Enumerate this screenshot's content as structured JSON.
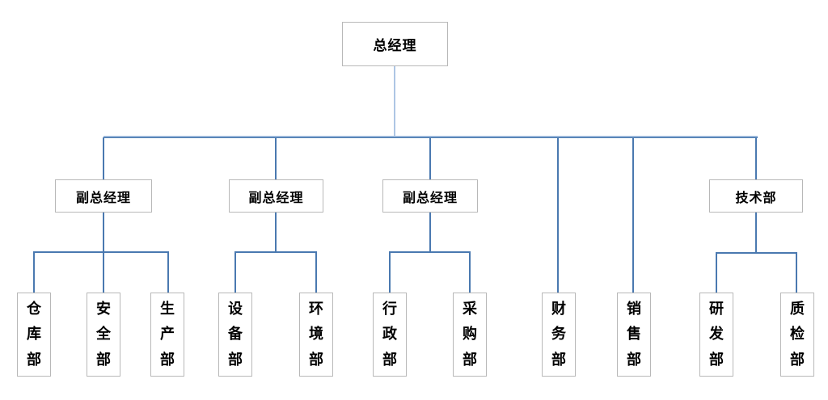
{
  "diagram": {
    "type": "org-chart",
    "root": {
      "label": "总经理"
    },
    "branches": [
      {
        "label": "副总经理",
        "children": [
          {
            "label": "仓库部"
          },
          {
            "label": "安全部"
          },
          {
            "label": "生产部"
          }
        ]
      },
      {
        "label": "副总经理",
        "children": [
          {
            "label": "设备部"
          },
          {
            "label": "环境部"
          }
        ]
      },
      {
        "label": "副总经理",
        "children": [
          {
            "label": "行政部"
          },
          {
            "label": "采购部"
          }
        ]
      },
      {
        "label": "财务部",
        "children": []
      },
      {
        "label": "销售部",
        "children": []
      },
      {
        "label": "技术部",
        "children": [
          {
            "label": "研发部"
          },
          {
            "label": "质检部"
          }
        ]
      }
    ],
    "colors": {
      "connector": "#4a79b0",
      "connector_light": "#aec6e4",
      "box_border": "#b8b8b8",
      "text": "#000000",
      "background": "#ffffff"
    }
  }
}
